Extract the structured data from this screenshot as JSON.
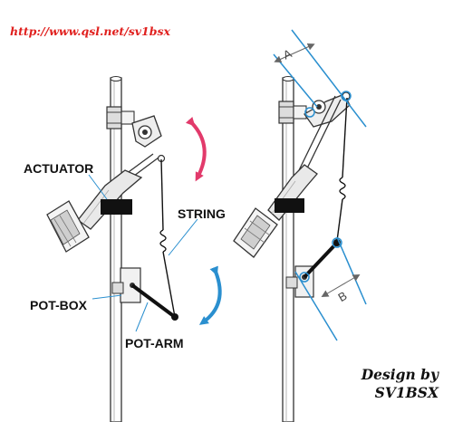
{
  "header": {
    "url": "http://www.qsl.net/sv1bsx"
  },
  "labels": {
    "actuator": "ACTUATOR",
    "string": "STRING",
    "pot_box": "POT-BOX",
    "pot_arm": "POT-ARM"
  },
  "dimensions": {
    "a": "A",
    "b": "B"
  },
  "credit": {
    "line1": "Design by",
    "line2": "SV1BSX"
  },
  "colors": {
    "url": "#e0201e",
    "rotation_up": "#e23a6b",
    "rotation_down": "#2a8fcf",
    "geometry_lines": "#2a8fcf",
    "block": "#111111",
    "sketch": "#333333"
  }
}
